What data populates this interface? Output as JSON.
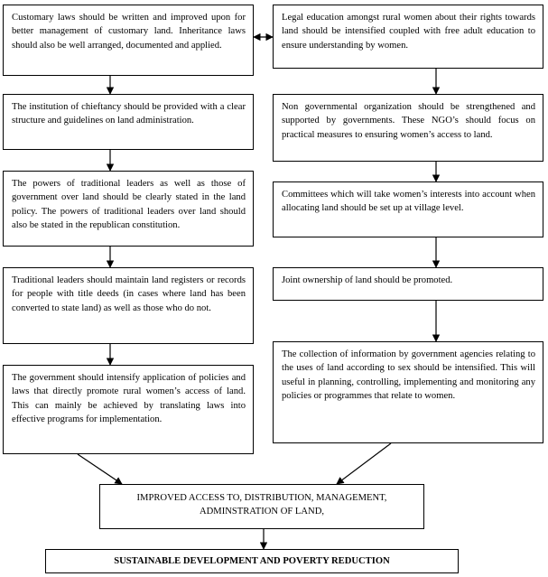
{
  "left_boxes": [
    {
      "text": "Customary laws should be written and improved upon for better management of customary land. Inheritance laws should also be well arranged, documented and applied."
    },
    {
      "text": "The institution of chieftancy should be provided with a clear structure and guidelines on land administration."
    },
    {
      "text": "The powers of traditional leaders as well as those of government over land should be clearly stated in the land policy. The powers of traditional leaders over land should also be stated in the republican constitution."
    },
    {
      "text": "Traditional leaders should maintain land registers or records for people with title deeds (in cases where land has been converted to state land) as well as those who do not."
    },
    {
      "text": "The government should intensify application of policies and laws that directly promote rural women’s access of land. This can mainly be achieved by translating laws into effective programs for implementation."
    }
  ],
  "right_boxes": [
    {
      "text": "Legal education amongst rural women about their rights towards land should be intensified coupled with free adult education to ensure understanding by women."
    },
    {
      "text": "Non governmental organization should be strengthened and supported by governments. These NGO’s should focus on practical measures to ensuring women’s access to land."
    },
    {
      "text": "Committees which will take women’s interests into account when allocating land should be set up at village level."
    },
    {
      "text": "Joint ownership of land should be promoted."
    },
    {
      "text": "The collection of information by government agencies relating to the uses of land according to sex should be intensified. This will useful in planning, controlling, implementing and monitoring any policies or programmes that relate to women."
    }
  ],
  "outcome_box": {
    "text": "IMPROVED ACCESS TO, DISTRIBUTION, MANAGEMENT, ADMINSTRATION OF LAND,"
  },
  "final_box": {
    "text": "SUSTAINABLE DEVELOPMENT AND POVERTY REDUCTION"
  }
}
